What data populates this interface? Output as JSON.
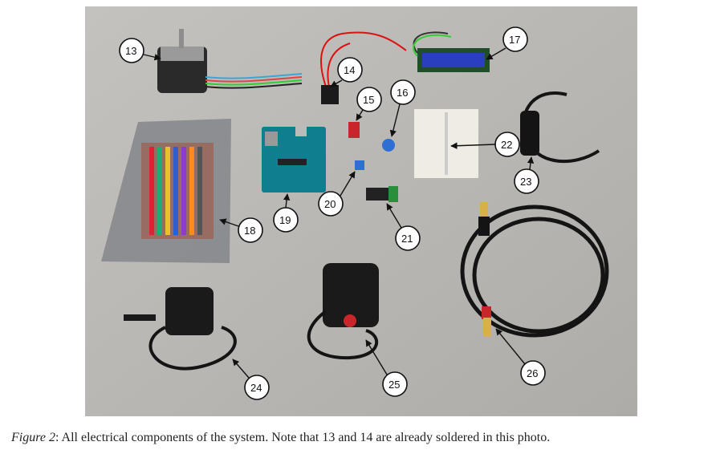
{
  "caption": {
    "figure_label": "Figure 2",
    "text": ": All electrical components of the system. Note that 13 and 14 are already soldered in this photo."
  },
  "callouts": [
    {
      "id": "c13",
      "label": "13"
    },
    {
      "id": "c14",
      "label": "14"
    },
    {
      "id": "c15",
      "label": "15"
    },
    {
      "id": "c16",
      "label": "16"
    },
    {
      "id": "c17",
      "label": "17"
    },
    {
      "id": "c18",
      "label": "18"
    },
    {
      "id": "c19",
      "label": "19"
    },
    {
      "id": "c20",
      "label": "20"
    },
    {
      "id": "c21",
      "label": "21"
    },
    {
      "id": "c22",
      "label": "22"
    },
    {
      "id": "c23",
      "label": "23"
    },
    {
      "id": "c24",
      "label": "24"
    },
    {
      "id": "c25",
      "label": "25"
    },
    {
      "id": "c26",
      "label": "26"
    }
  ],
  "colors": {
    "table_surface": "#b9b7b3",
    "arduino_board": "#0f7f8f",
    "lcd_screen": "#2a3fbf",
    "cable_black": "#141414"
  }
}
